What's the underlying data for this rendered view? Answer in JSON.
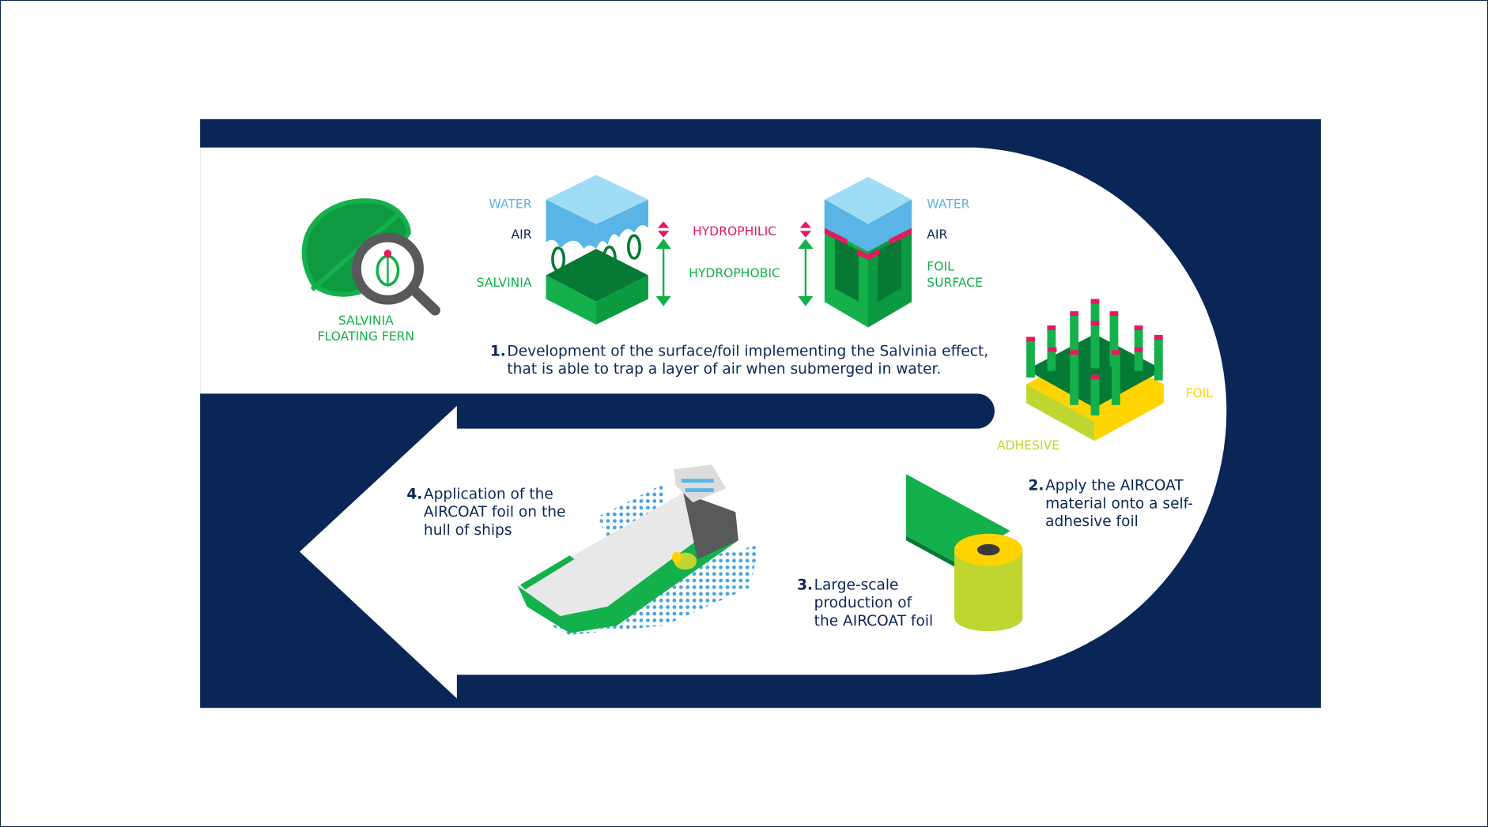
{
  "colors": {
    "navy": "#0a2656",
    "water": "#5ab4e5",
    "green": "#13b04b",
    "dark_green": "#067a35",
    "pink": "#e5195e",
    "yellow": "#ffd400",
    "lime": "#bfd630",
    "gray": "#58595b"
  },
  "fern": {
    "line1": "SALVINIA",
    "line2": "FLOATING FERN"
  },
  "diagram1": {
    "left": {
      "water": "WATER",
      "air": "AIR",
      "salvinia": "SALVINIA"
    },
    "middle": {
      "hydrophilic": "HYDROPHILIC",
      "hydrophobic": "HYDROPHOBIC"
    },
    "right": {
      "water": "WATER",
      "air": "AIR",
      "foil": "FOIL",
      "surface": "SURFACE"
    }
  },
  "foil_labels": {
    "foil": "FOIL",
    "adhesive": "ADHESIVE"
  },
  "steps": [
    {
      "num": "1.",
      "lines": [
        "Development of the surface/foil implementing the Salvinia effect,",
        "that is able to trap a layer of air when submerged in water."
      ]
    },
    {
      "num": "2.",
      "lines": [
        "Apply the AIRCOAT",
        "material onto a self-",
        "adhesive foil"
      ]
    },
    {
      "num": "3.",
      "lines": [
        "Large-scale",
        "production of",
        "the AIRCOAT foil"
      ]
    },
    {
      "num": "4.",
      "lines": [
        "Application of the",
        "AIRCOAT foil on the",
        "hull of ships"
      ]
    }
  ]
}
